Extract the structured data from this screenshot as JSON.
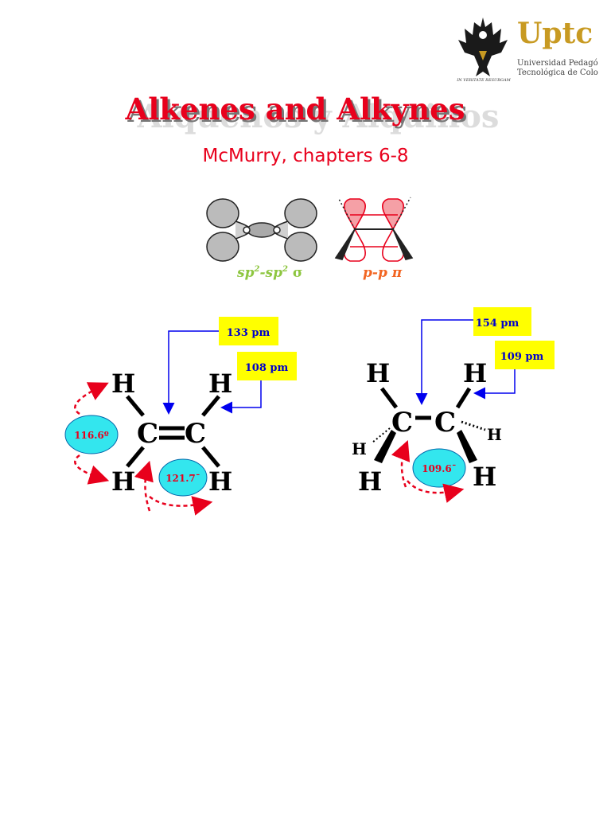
{
  "logo": {
    "brand": "Uptc",
    "line1": "Universidad Pedagógica y",
    "line2": "Tecnológica de Colombia",
    "motto": "IN VERITATE RESURGAM"
  },
  "title": {
    "main": "Alkenes and Alkynes",
    "ghost": "Alquenos y Alquinos"
  },
  "subtitle": "McMurry, chapters 6-8",
  "orbitals": {
    "sigma_label": {
      "a": "sp",
      "sup1": "2",
      "b": "-sp",
      "sup2": "2",
      "c": " σ"
    },
    "pi_label": "p-p π"
  },
  "ethylene": {
    "atoms": {
      "c1": "C",
      "c2": "C",
      "h_tl": "H",
      "h_tr": "H",
      "h_bl": "H",
      "h_br": "H"
    },
    "bond_cc_length": "133 pm",
    "bond_ch_length": "108 pm",
    "angle_hch": "116.6º",
    "angle_hcc": "121.7¯"
  },
  "ethane": {
    "atoms": {
      "c1": "C",
      "c2": "C",
      "h_tl": "H",
      "h_tr": "H",
      "h_left": "H",
      "h_right": "H",
      "h_bl": "H",
      "h_br": "H"
    },
    "bond_cc_length": "154 pm",
    "bond_ch_length": "109 pm",
    "angle": "109.6¯"
  },
  "colors": {
    "title_red": "#e8001c",
    "label_box": "#ffff00",
    "angle_ellipse": "#33e6ee",
    "arrow_blue": "#0000ee",
    "brand_gold": "#c89a22"
  }
}
